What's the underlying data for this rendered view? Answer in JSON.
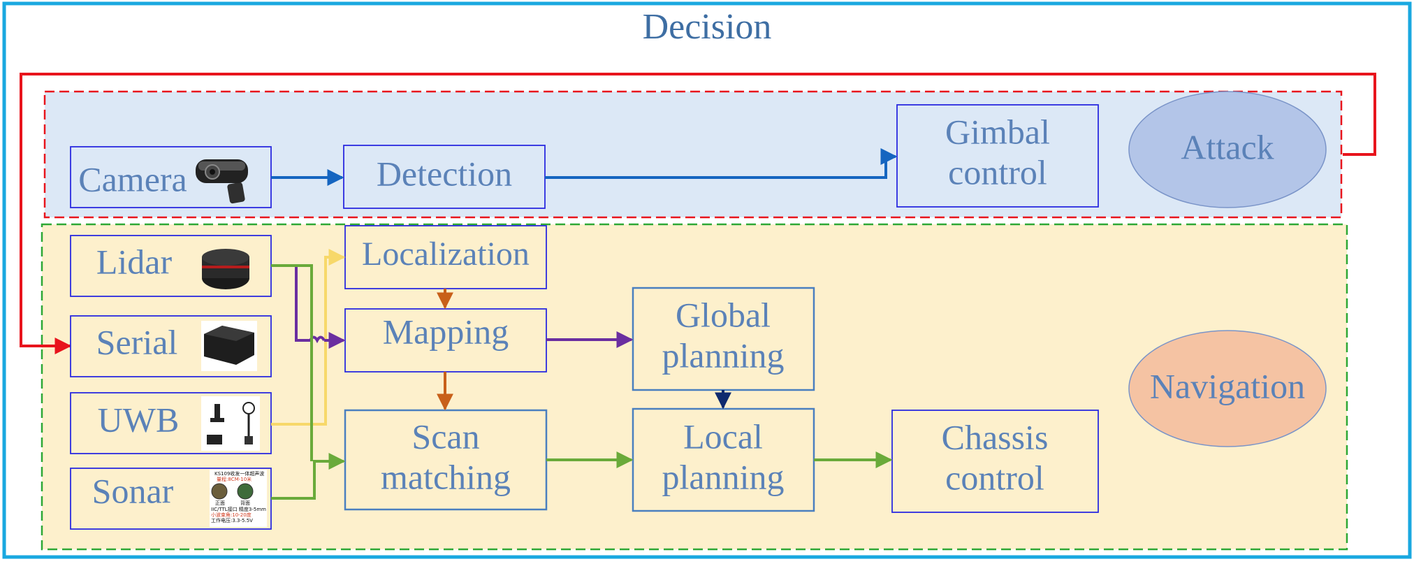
{
  "title": "Decision",
  "nodes": {
    "camera": "Camera",
    "detection": "Detection",
    "gimbal": [
      "Gimbal",
      "control"
    ],
    "attack": "Attack",
    "lidar": "Lidar",
    "serial": "Serial",
    "uwb": "UWB",
    "sonar": "Sonar",
    "localization": "Localization",
    "mapping": "Mapping",
    "scan_matching": [
      "Scan",
      "matching"
    ],
    "global_planning": [
      "Global",
      "planning"
    ],
    "local_planning": [
      "Local",
      "planning"
    ],
    "chassis": [
      "Chassis",
      "control"
    ],
    "navigation": "Navigation"
  },
  "sonar_thumb": {
    "line1": "KS109收发一体超声波",
    "line2": "量程:8CM-10米",
    "front": "正面",
    "back": "背面",
    "line3": "IIC/TTL接口  精度3-5mm",
    "line4": "小波束角:10-20度",
    "line5": "工作电压:3.3-5.5V"
  },
  "colors": {
    "frame": "#1aa8e0",
    "attack_region": "#dce8f6",
    "navigation_region": "#fdf0cc",
    "red": "#e8141c",
    "green_dash": "#2ea836",
    "blue_arrow": "#1565c0",
    "yellow_arrow": "#f7d86a",
    "purple_arrow": "#6a2ea0",
    "green_arrow": "#6aaa3a",
    "orange_arrow": "#c8601a",
    "navy_arrow": "#0f2a6e",
    "attack_ellipse": "#b3c5e8",
    "navigation_ellipse": "#f5c3a3"
  }
}
